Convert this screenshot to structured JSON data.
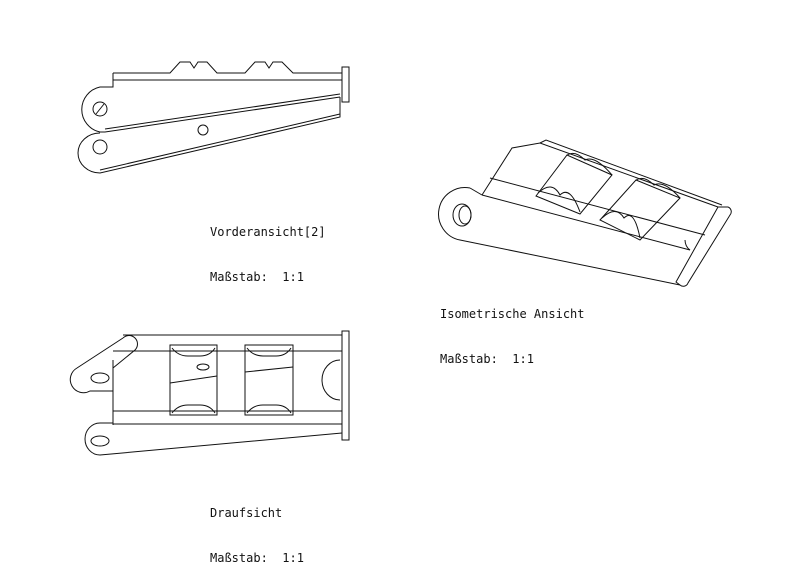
{
  "views": [
    {
      "id": "front",
      "title": "Vorderansicht[2]",
      "scale": "Maßstab:  1:1"
    },
    {
      "id": "iso",
      "title": "Isometrische Ansicht",
      "scale": "Maßstab:  1:1"
    },
    {
      "id": "top",
      "title": "Draufsicht",
      "scale": "Maßstab:  1:1"
    }
  ],
  "colors": {
    "line": "#111111",
    "background": "#ffffff"
  }
}
